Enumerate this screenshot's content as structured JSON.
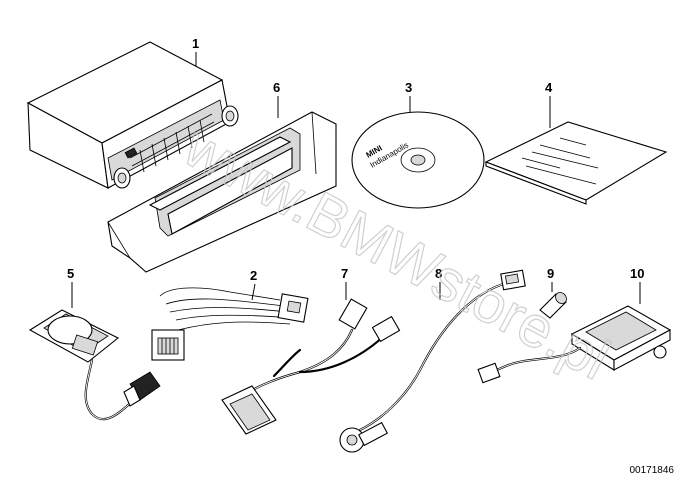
{
  "watermark": "www.BMWstore.pl",
  "diagram_id": "00171846",
  "callouts": [
    "1",
    "2",
    "3",
    "4",
    "5",
    "6",
    "7",
    "8",
    "9",
    "10"
  ],
  "cd_label_line1": "MINI",
  "cd_label_line2": "Indianapolis"
}
